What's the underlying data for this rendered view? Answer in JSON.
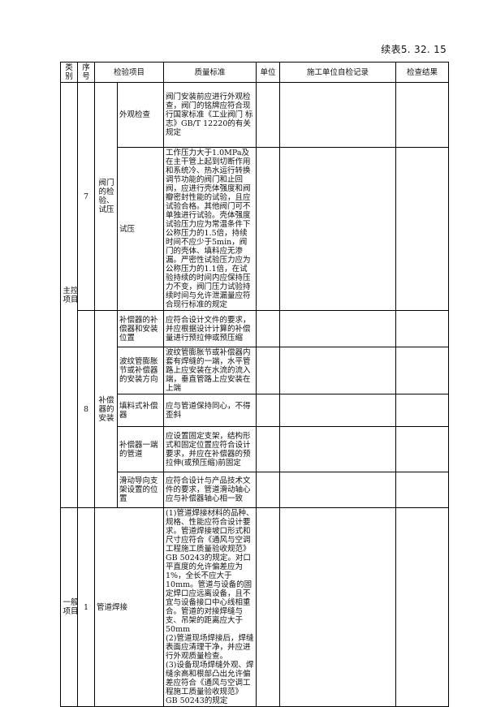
{
  "caption": "续表5. 32. 15",
  "headers": {
    "category": "类别",
    "seq": "序号",
    "item": "检验项目",
    "standard": "质量标准",
    "unit": "单位",
    "self_check": "施工单位自检记录",
    "result": "检查结果"
  },
  "main": {
    "category": "主控项目",
    "group7": {
      "seq": "7",
      "name": "阀门的检验、试压",
      "rows": [
        {
          "item": "外观检查",
          "standard": "阀门安装前应进行外观检查，阀门的铭牌应符合现行国家标准《工业阀门 标志》GB/T 12220的有关规定"
        },
        {
          "item": "试压",
          "standard": "工作压力大于1.0MPa及在主干管上起到切断作用和系统冷、热水运行转换调节功能的阀门和止回阀，应进行壳体强度和阀瓣密封性能的试验，且应试验合格。其他阀门可不单独进行试验。壳体强度试验压力应为常温条件下公称压力的1.5倍，持续时间不应少于5min，阀门的壳体、填料应无渗漏。严密性试验压力应为公称压力的1.1倍，在试验持续的时间内应保持压力不变，阀门压力试验持续时间与允许泄漏量应符合现行标准的规定"
        }
      ]
    },
    "group8": {
      "seq": "8",
      "name": "补偿器的安装",
      "rows": [
        {
          "item": "补偿器的补偿器和安装位置",
          "standard": "应符合设计文件的要求，并应根据设计计算的补偿量进行预拉伸或预压缩"
        },
        {
          "item": "波纹管膨胀节或补偿器的安装方向",
          "standard": "波纹管膨胀节或补偿器内套有焊缝的一端，水平管路上应安装在水流的流入端，垂直管路上应安装在上端"
        },
        {
          "item": "填料式补偿器",
          "standard": "应与管道保持同心，不得歪斜"
        },
        {
          "item": "补偿器一端的管道",
          "standard": "应设置固定支架，结构形式和固定位置应符合设计要求，并应在补偿器的预拉伸(或预压缩)前固定"
        },
        {
          "item": "滑动导向支架设置的位置",
          "standard": "应符合设计与产品技术文件的要求，管道滑动轴心应与补偿器轴心相一致"
        }
      ]
    }
  },
  "general": {
    "category": "一般项目",
    "seq": "1",
    "item": "管道焊接",
    "standard": "(1)管道焊接材料的品种、规格、性能应符合设计要求。管道焊接坡口形式和尺寸应符合《通风与空调工程施工质量验收规范》GB 50243的规定。对口平直度的允许偏差应为1%，全长不应大于10mm。管道与设备的固定焊口应远离设备，且不宜与设备接口中心线相重合。管道的对接焊缝与支、吊架的距离应大于50mm\n(2)管道现场焊接后，焊缝表面应清理干净，并应进行外观质量检查。\n(3)设备现场焊缝外观、焊缝余高和根部凸出允许偏差应符合《通风与空调工程施工质量验收规范》GB 50243的规定"
  }
}
